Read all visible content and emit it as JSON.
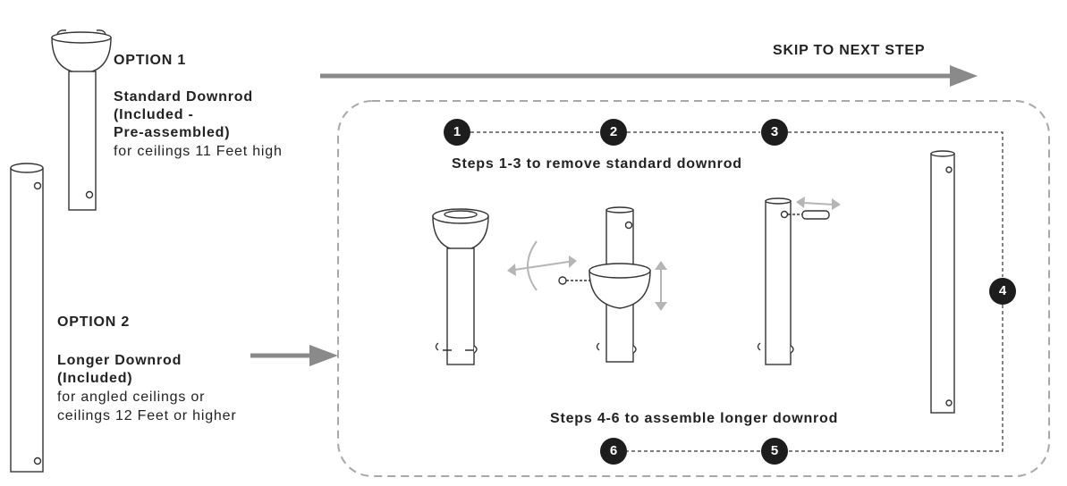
{
  "skip": {
    "text": "SKIP TO NEXT STEP"
  },
  "option1": {
    "heading": "OPTION 1",
    "line1": "Standard Downrod",
    "line2": "(Included -",
    "line3": "Pre-assembled)",
    "line4": "for ceilings 11 Feet high"
  },
  "option2": {
    "heading": "OPTION 2",
    "line1": "Longer Downrod",
    "line2": "(Included)",
    "line3": "for angled ceilings or",
    "line4": "ceilings 12 Feet or higher"
  },
  "steps": {
    "top_caption": "Steps 1-3 to remove standard downrod",
    "bottom_caption": "Steps 4-6 to assemble longer downrod",
    "badges": [
      "1",
      "2",
      "3",
      "4",
      "5",
      "6"
    ]
  },
  "colors": {
    "arrow": "#8a8a8a",
    "frame": "#a8a8a8",
    "ink": "#1d1d1d",
    "light_arrow": "#b5b5b5"
  }
}
